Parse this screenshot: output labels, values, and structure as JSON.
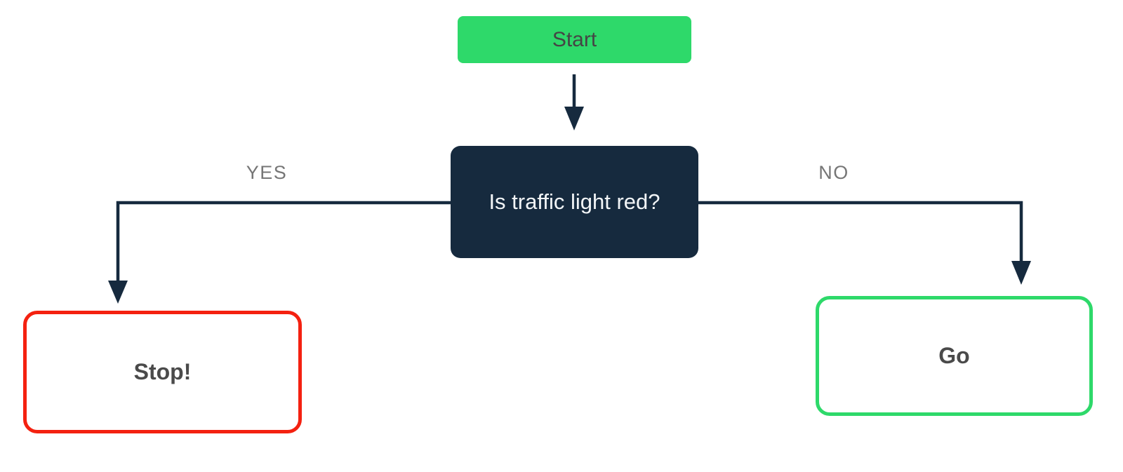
{
  "diagram": {
    "type": "flowchart",
    "nodes": {
      "start": {
        "label": "Start",
        "shape": "rounded-rect",
        "fill": "#2ed96a",
        "text_color": "#454545"
      },
      "decision": {
        "label": "Is traffic light red?",
        "shape": "rounded-rect",
        "fill": "#162a3e",
        "text_color": "#f2f5f7"
      },
      "stop": {
        "label": "Stop!",
        "shape": "rounded-rect",
        "fill": "#ffffff",
        "border_color": "#f42110",
        "text_color": "#4a4a4a"
      },
      "go": {
        "label": "Go",
        "shape": "rounded-rect",
        "fill": "#ffffff",
        "border_color": "#2ed96a",
        "text_color": "#4a4a4a"
      }
    },
    "edges": {
      "start_to_decision": {
        "from": "start",
        "to": "decision",
        "label": ""
      },
      "yes": {
        "from": "decision",
        "to": "stop",
        "label": "YES"
      },
      "no": {
        "from": "decision",
        "to": "go",
        "label": "NO"
      }
    },
    "colors": {
      "green": "#2ed96a",
      "navy": "#162a3e",
      "red": "#f42110",
      "edge_label_gray": "#767676",
      "node_text_gray": "#4a4a4a",
      "start_text_gray": "#454545",
      "decision_text": "#f2f5f7",
      "background": "#ffffff"
    }
  }
}
